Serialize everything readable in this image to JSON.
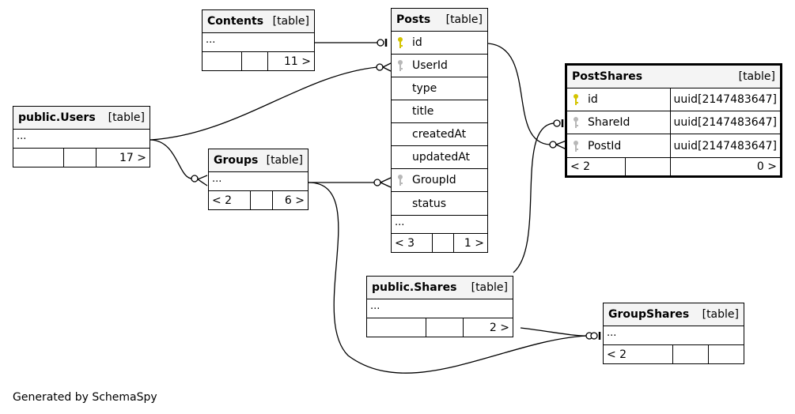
{
  "diagram": {
    "footer": "Generated by SchemaSpy",
    "colors": {
      "primary_key": "#d4c400",
      "foreign_key": "#b8b8b8",
      "header_bg": "#f4f4f4",
      "line": "#000000"
    },
    "tables": {
      "contents": {
        "name": "Contents",
        "kind": "[table]",
        "ellipsis": "...",
        "parents": "",
        "children": "11 >"
      },
      "posts": {
        "name": "Posts",
        "kind": "[table]",
        "columns": [
          {
            "name": "id",
            "key": "primary-key"
          },
          {
            "name": "UserId",
            "key": "foreign-key"
          },
          {
            "name": "type",
            "key": ""
          },
          {
            "name": "title",
            "key": ""
          },
          {
            "name": "createdAt",
            "key": ""
          },
          {
            "name": "updatedAt",
            "key": ""
          },
          {
            "name": "GroupId",
            "key": "foreign-key"
          },
          {
            "name": "status",
            "key": ""
          }
        ],
        "ellipsis": "...",
        "parents": "< 3",
        "children": "1 >"
      },
      "users": {
        "name": "public.Users",
        "kind": "[table]",
        "ellipsis": "...",
        "parents": "",
        "children": "17 >"
      },
      "groups": {
        "name": "Groups",
        "kind": "[table]",
        "ellipsis": "...",
        "parents": "< 2",
        "children": "6 >"
      },
      "postshares": {
        "name": "PostShares",
        "kind": "[table]",
        "columns": [
          {
            "name": "id",
            "type": "uuid[2147483647]",
            "key": "primary-key"
          },
          {
            "name": "ShareId",
            "type": "uuid[2147483647]",
            "key": "foreign-key"
          },
          {
            "name": "PostId",
            "type": "uuid[2147483647]",
            "key": "foreign-key"
          }
        ],
        "parents": "< 2",
        "children": "0 >"
      },
      "shares": {
        "name": "public.Shares",
        "kind": "[table]",
        "ellipsis": "...",
        "parents": "",
        "children": "2 >"
      },
      "groupshares": {
        "name": "GroupShares",
        "kind": "[table]",
        "ellipsis": "...",
        "parents": "< 2",
        "children": ""
      }
    },
    "relationships": [
      {
        "from": "Contents",
        "to": "Posts.id",
        "cardinality": "zero-or-one"
      },
      {
        "from": "public.Users",
        "to": "Posts.UserId",
        "cardinality": "zero-or-many"
      },
      {
        "from": "public.Users",
        "to": "Groups",
        "cardinality": "zero-or-many"
      },
      {
        "from": "Groups",
        "to": "Posts.GroupId",
        "cardinality": "zero-or-many"
      },
      {
        "from": "Posts.id",
        "to": "PostShares.PostId",
        "cardinality": "zero-or-many"
      },
      {
        "from": "public.Shares",
        "to": "PostShares.ShareId",
        "cardinality": "zero-or-one"
      },
      {
        "from": "public.Shares",
        "to": "GroupShares",
        "cardinality": "zero-or-one"
      },
      {
        "from": "Groups",
        "to": "GroupShares",
        "cardinality": "zero-or-one"
      }
    ]
  }
}
